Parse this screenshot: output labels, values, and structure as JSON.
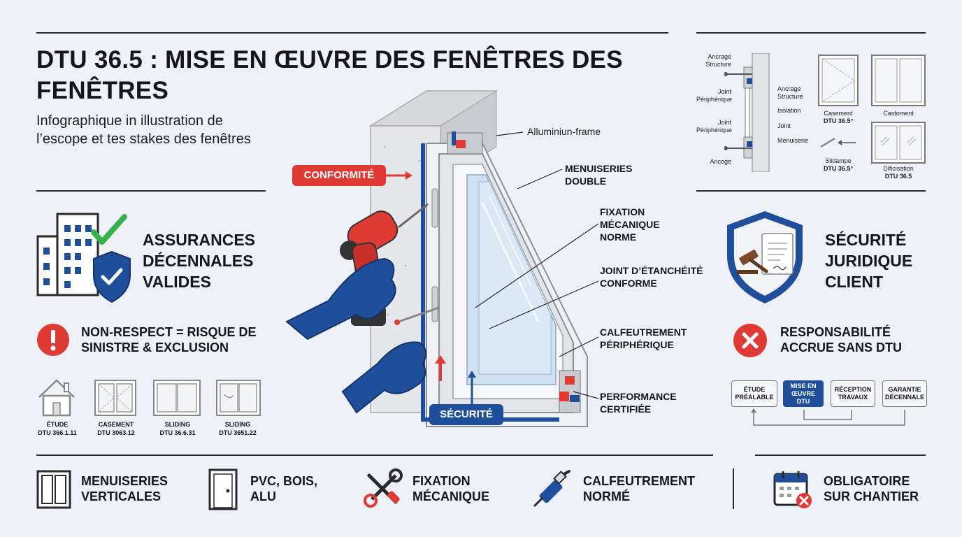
{
  "header": {
    "title": "DTU 36.5 : MISE EN ŒUVRE DES FENÊTRES DES FENÊTRES",
    "subtitle": "Infographique in illustration de l’escope et tes stakes des fenêtres"
  },
  "left_panel": {
    "insurance_label": "ASSURANCES DÉCENNALES VALIDES",
    "warning_label": "NON-RESPECT = RISQUE DE SINISTRE & EXCLUSION",
    "window_types": [
      {
        "name": "ÉTUDE",
        "code": "DTU 366.1.11"
      },
      {
        "name": "CASEMENT",
        "code": "DTU 3063.12"
      },
      {
        "name": "SLIDING",
        "code": "DTU 36.6.31"
      },
      {
        "name": "SLIDING",
        "code": "DTU 3651.22"
      }
    ]
  },
  "center_diagram": {
    "conformite_pill": "CONFORMITÉ",
    "securite_pill": "SÉCURITÉ",
    "frame_note": "Alluminiun-frame",
    "callouts": [
      "MENUISERIES DOUBLE",
      "FIXATION MÉCANIQUE NORME",
      "JOINT D’ÉTANCHÉITÉ CONFORME",
      "CALFEUTREMENT PÉRIPHÉRIQUE",
      "PERFORMANCE CERTIFIÉE"
    ]
  },
  "right_panel": {
    "section_labels": [
      "Ancrage Structure",
      "Joint Périphérique",
      "Joint Périphérique",
      "Ancoge",
      "Ancrage Structure",
      "Isolation",
      "Joint",
      "Menuiserie"
    ],
    "thumbnails": [
      {
        "name": "Casement",
        "code": "DTU 36.5°"
      },
      {
        "name": "Castoment",
        "code": ""
      },
      {
        "name": "Slidampe",
        "code": "DTU 36.5°"
      },
      {
        "name": "Dificisation",
        "code": "DTU 36.5"
      }
    ],
    "legal_label": "SÉCURITÉ JURIDIQUE CLIENT",
    "responsibility_label": "RESPONSABILITÉ ACCRUE SANS DTU",
    "flow_steps": [
      "ÉTUDE PRÉALABLE",
      "MISE EN ŒUVRE DTU",
      "RÉCEPTION TRAVAUX",
      "GARANTIE DÉCENNALE"
    ]
  },
  "footer": {
    "items": [
      {
        "icon": "window-icon",
        "label": "MENUISERIES VERTICALES"
      },
      {
        "icon": "door-icon",
        "label": "PVC, BOIS, ALU"
      },
      {
        "icon": "tools-icon",
        "label": "FIXATION MÉCANIQUE"
      },
      {
        "icon": "caulk-gun-icon",
        "label": "CALFEUTREMENT NORMÉ"
      },
      {
        "icon": "calendar-icon",
        "label": "OBLIGATOIRE SUR CHANTIER"
      }
    ]
  },
  "colors": {
    "navy": "#1f4f9a",
    "red": "#e03a34",
    "green": "#35b24a",
    "dark": "#16161a",
    "gray": "#8d93a0"
  }
}
